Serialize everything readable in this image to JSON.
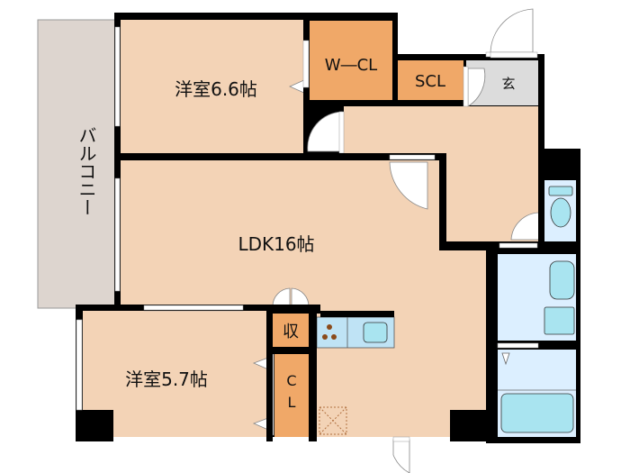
{
  "rooms": {
    "balcony": "バルコニー",
    "bedroom1": "洋室6.6帖",
    "walkin_closet": "W―CL",
    "shoe_closet": "SCL",
    "entrance": "玄",
    "ldk": "LDK16帖",
    "storage": "収",
    "bedroom2": "洋室5.7帖",
    "closet_c": "C",
    "closet_l": "L"
  },
  "colors": {
    "room": "#f3d3b6",
    "closet": "#f0a868",
    "wet": "#dcefff",
    "fixture": "#a9e4f0",
    "balcony": "#ddd5cf",
    "entrance": "#dcdcdc",
    "wall": "#000000"
  }
}
